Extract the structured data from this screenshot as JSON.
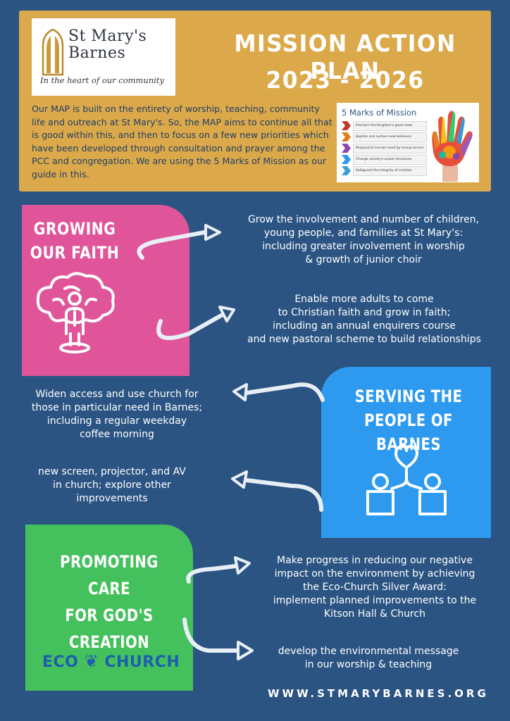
{
  "header": {
    "logo_name_line1": "St Mary's",
    "logo_name_line2": "Barnes",
    "logo_tagline": "In the heart of our community",
    "title_line1": "MISSION ACTION PLAN",
    "title_line2": "2023 - 2026",
    "intro": "Our MAP is built on the entirety of worship, teaching, community life and outreach at St Mary's. So, the MAP aims to continue all that is good within this, and then to focus on a few new priorities which have been developed through consultation and prayer among the PCC and congregation. We are using the 5 Marks of Mission as our guide in this.",
    "marks_card": {
      "title": "5 Marks of Mission",
      "items": [
        "Proclaim the Kingdom's good news",
        "Baptise and nurture new believers",
        "Respond to human need by loving service",
        "Change society's unjust structures",
        "Safeguard the integrity of creation"
      ],
      "chevron_colors": [
        "#c0392b",
        "#e07b1f",
        "#8e44ad",
        "#2d9af0",
        "#3aa0d8"
      ]
    }
  },
  "growing": {
    "title_line1": "GROWING",
    "title_line2": "OUR FAITH",
    "color": "#e0559a",
    "icon": "person-thinking-tree-icon",
    "items": [
      [
        "Grow the involvement and number of children,",
        "young people, and families at St Mary's:",
        "including greater involvement in worship",
        "& growth of junior choir"
      ],
      [
        "Enable more adults to come",
        "to Christian faith and grow in faith;",
        "including an annual enquirers course",
        "and new pastoral scheme to build relationships"
      ]
    ]
  },
  "serving": {
    "title_line1": "SERVING THE",
    "title_line2": "PEOPLE OF BARNES",
    "color": "#2d9af0",
    "icon": "two-people-heart-icon",
    "items": [
      [
        "Widen access and use church for",
        "those in particular need in Barnes;",
        "including a regular weekday",
        "coffee morning"
      ],
      [
        "new screen, projector, and AV",
        "in church; explore other",
        "improvements"
      ]
    ]
  },
  "promoting": {
    "title_line1": "PROMOTING CARE",
    "title_line2": "FOR GOD'S",
    "title_line3": "CREATION",
    "color": "#44c15c",
    "eco_logo_left": "ECO",
    "eco_logo_right": "CHURCH",
    "items": [
      [
        "Make progress in reducing our negative",
        "impact on the environment by achieving",
        "the Eco-Church Silver Award:",
        "implement planned improvements to the",
        "Kitson Hall & Church"
      ],
      [
        "develop the environmental message",
        "in our worship & teaching"
      ]
    ]
  },
  "footer": {
    "website": "WWW.STMARYBARNES.ORG"
  },
  "colors": {
    "background": "#2b5483",
    "header": "#dba84a",
    "intro_text": "#1f3f66"
  }
}
